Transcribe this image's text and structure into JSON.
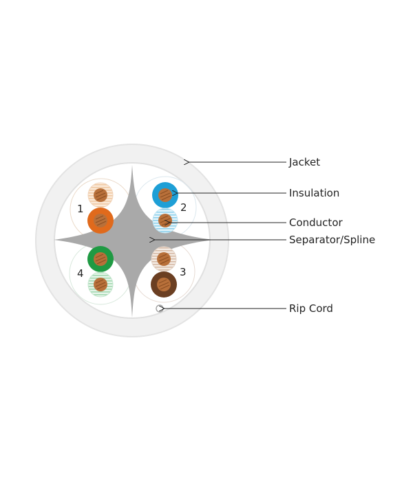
{
  "labels": {
    "jacket": "Jacket",
    "insulation": "Insulation",
    "conductor": "Conductor",
    "separator": "Separator/Spline",
    "rip_cord": "Rip Cord"
  },
  "pairs": [
    {
      "number": "1",
      "wire_a": "orange-white-striped",
      "wire_b": "orange-solid"
    },
    {
      "number": "2",
      "wire_a": "blue-solid",
      "wire_b": "blue-white-striped"
    },
    {
      "number": "3",
      "wire_a": "brown-white-striped",
      "wire_b": "brown-solid"
    },
    {
      "number": "4",
      "wire_a": "green-solid",
      "wire_b": "green-white-striped"
    }
  ],
  "colors": {
    "jacket_outer": "#dcdcdc",
    "jacket_fill": "#ffffff",
    "spline": "#aaaaaa",
    "orange": "#e06a1c",
    "orange_light": "#f0c9a4",
    "blue": "#1e9fd6",
    "blue_light": "#a7dbef",
    "green": "#1f9a43",
    "green_light": "#b6e0c1",
    "brown": "#6b3f22",
    "brown_light": "#d8c0ae",
    "copper": "#b8703a",
    "leader": "#222222",
    "text": "#222222"
  }
}
